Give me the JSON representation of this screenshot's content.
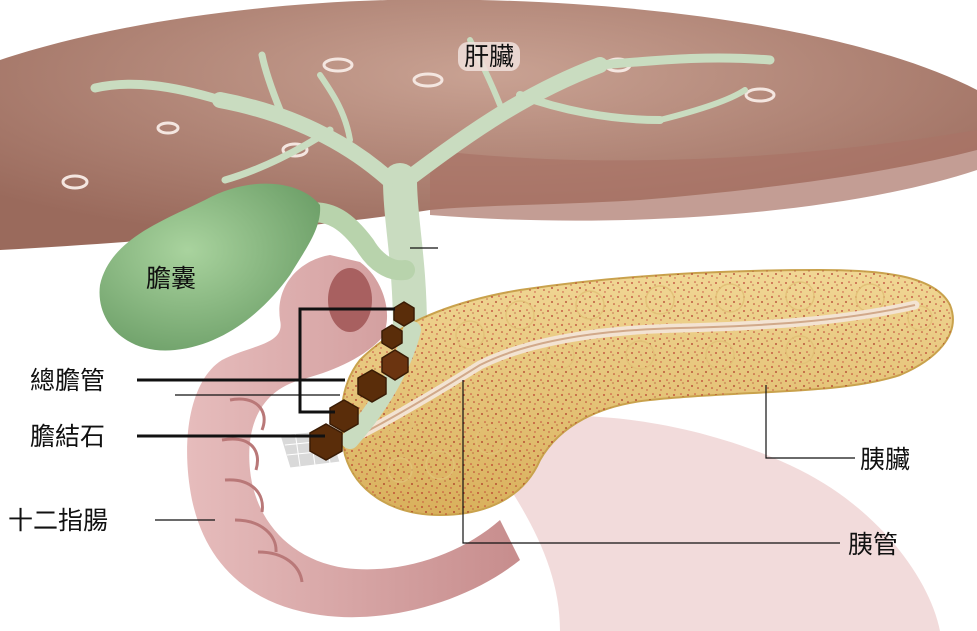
{
  "labels": {
    "liver": "肝臟",
    "gallbladder": "膽囊",
    "common_bile_duct": "總膽管",
    "gallstones": "膽結石",
    "duodenum": "十二指腸",
    "pancreas": "胰臟",
    "pancreatic_duct": "胰管"
  },
  "colors": {
    "liver": "#b08070",
    "gallbladder": "#8fbf86",
    "bile_ducts": "#c9dcc0",
    "pancreas": "#e6c57a",
    "duodenum": "#d7a3a3",
    "stones": "#5a2d0a",
    "stipple": "#b02020"
  }
}
